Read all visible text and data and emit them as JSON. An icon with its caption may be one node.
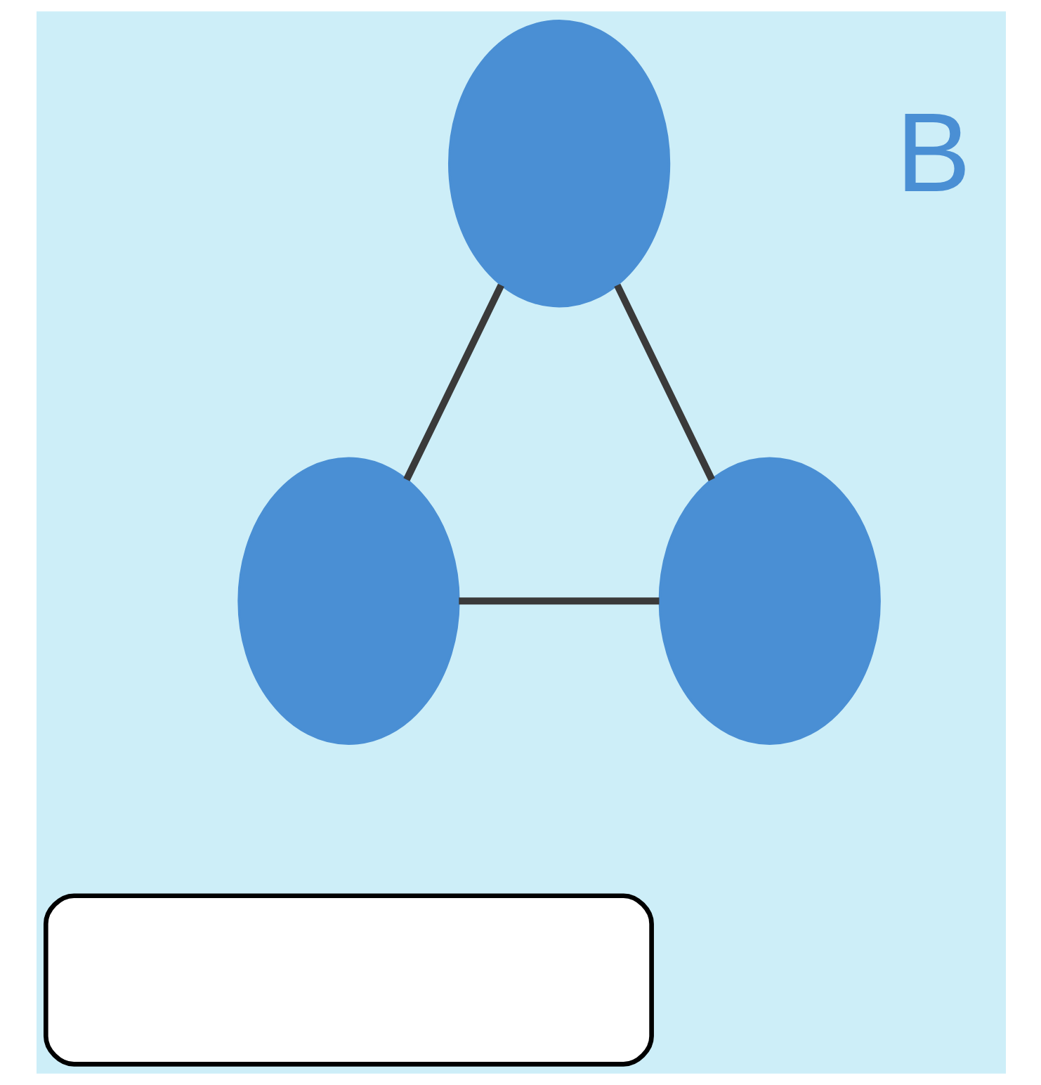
{
  "diagram": {
    "nodes": [
      {
        "text": [],
        "shape": "ellipse"
      },
      {
        "text": [],
        "shape": "ellipse"
      },
      {
        "text": [],
        "shape": "ellipse"
      },
      {
        "text": [],
        "shape": "box"
      }
    ],
    "edges": [
      {
        "from": 0,
        "to": 1,
        "arrow": "none"
      },
      {
        "from": 0,
        "to": 2,
        "arrow": "none"
      },
      {
        "from": 1,
        "to": 2,
        "arrow": "none"
      }
    ],
    "labels": [
      "B"
    ]
  }
}
